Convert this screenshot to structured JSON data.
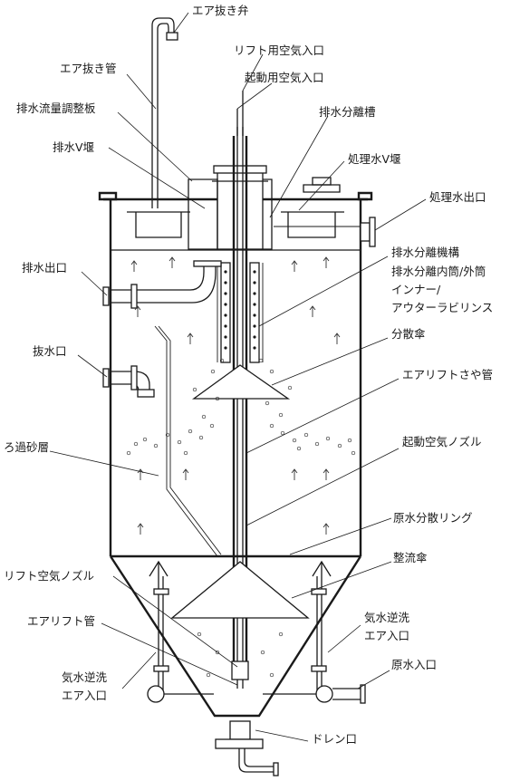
{
  "labels": {
    "air_vent_valve": "エア抜き弁",
    "lift_air_inlet": "リフト用空気入口",
    "start_air_inlet": "起動用空気入口",
    "air_vent_pipe": "エア抜き管",
    "drain_flow_plate": "排水流量調整板",
    "drain_separation_tank": "排水分離槽",
    "drain_v_weir": "排水V堰",
    "treated_v_weir": "処理水V堰",
    "treated_outlet": "処理水出口",
    "separation_mechanism": "排水分離機構",
    "separation_cylinders": "排水分離内筒/外筒",
    "inner_outer": "インナー/",
    "labyrinth": "アウターラビリンス",
    "drain_outlet": "排水出口",
    "dispersion_umbrella": "分散傘",
    "water_extract": "抜水口",
    "airlift_sleeve": "エアリフトさや管",
    "sand_layer": "ろ過砂層",
    "start_air_nozzle": "起動空気ノズル",
    "raw_water_ring": "原水分散リング",
    "flow_umbrella": "整流傘",
    "lift_air_nozzle": "リフト空気ノズル",
    "backwash_air_right_1": "気水逆洗",
    "backwash_air_right_2": "エア入口",
    "airlift_pipe": "エアリフト管",
    "raw_water_inlet": "原水入口",
    "backwash_air_left_1": "気水逆洗",
    "backwash_air_left_2": "エア入口",
    "drain_port": "ドレン口"
  },
  "colors": {
    "line": "#1a1a1a",
    "background": "#ffffff"
  }
}
